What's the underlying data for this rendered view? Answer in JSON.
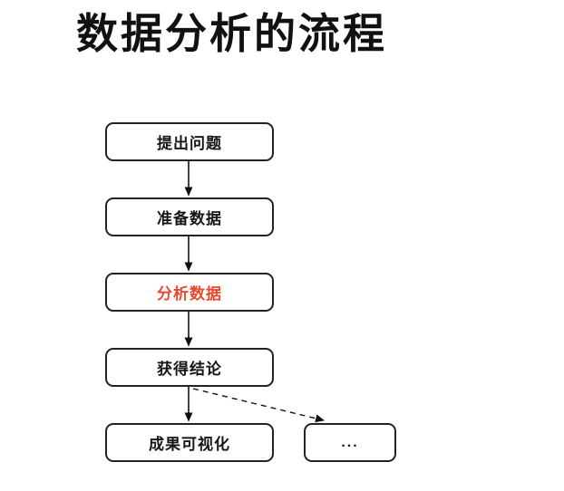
{
  "title": "数据分析的流程",
  "colors": {
    "background": "#ffffff",
    "box_border": "#222222",
    "text": "#161616",
    "accent_red": "#e8482c",
    "arrow": "#111111"
  },
  "flowchart": {
    "nodes": [
      {
        "id": "propose-question",
        "label": "提出问题",
        "emphasis": false
      },
      {
        "id": "prepare-data",
        "label": "准备数据",
        "emphasis": false
      },
      {
        "id": "analyze-data",
        "label": "分析数据",
        "emphasis": true
      },
      {
        "id": "obtain-conclusion",
        "label": "获得结论",
        "emphasis": false
      },
      {
        "id": "visualize-results",
        "label": "成果可视化",
        "emphasis": false
      },
      {
        "id": "more",
        "label": "...",
        "emphasis": false
      }
    ],
    "edges": [
      {
        "from": "提出问题",
        "to": "准备数据",
        "style": "solid"
      },
      {
        "from": "准备数据",
        "to": "分析数据",
        "style": "solid"
      },
      {
        "from": "分析数据",
        "to": "获得结论",
        "style": "solid"
      },
      {
        "from": "获得结论",
        "to": "成果可视化",
        "style": "solid"
      },
      {
        "from": "获得结论",
        "to": "...",
        "style": "dashed"
      }
    ]
  }
}
